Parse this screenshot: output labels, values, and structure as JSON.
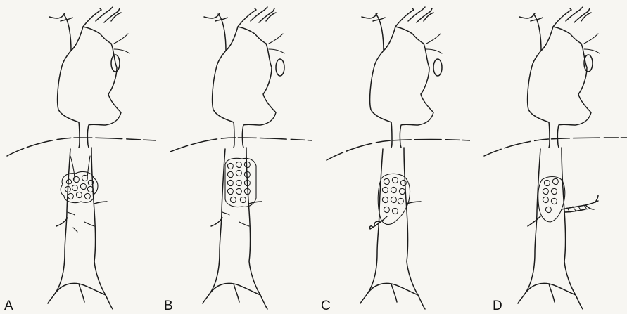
{
  "figure": {
    "panels": [
      {
        "label": "A",
        "thrombus": "ball"
      },
      {
        "label": "B",
        "thrombus": "column"
      },
      {
        "label": "C",
        "thrombus": "organizing-with-left-branch"
      },
      {
        "label": "D",
        "thrombus": "organizing-with-right-branch"
      }
    ]
  },
  "colors": {
    "background": "#f7f6f2",
    "ink": "#1b1b1b"
  },
  "icons": [
    "aorta-outline-icon",
    "diaphragm-line-icon",
    "thrombus-icon"
  ]
}
